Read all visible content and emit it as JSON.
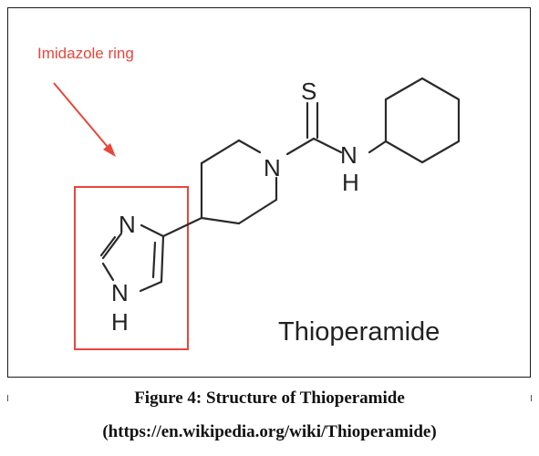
{
  "figure": {
    "annotation": {
      "label": "Imidazole ring",
      "color": "#e8463c"
    },
    "molecule": {
      "name": "Thioperamide",
      "atoms": {
        "sulfur": "S",
        "thioamide_n": "N",
        "thioamide_h": "H",
        "piperidine_n": "N",
        "imidazole_n": "N",
        "imidazole_nh_n": "N",
        "imidazole_nh_h": "H"
      }
    }
  },
  "caption": {
    "title": "Figure 4: Structure of Thioperamide",
    "source": "(https://en.wikipedia.org/wiki/Thioperamide)"
  }
}
